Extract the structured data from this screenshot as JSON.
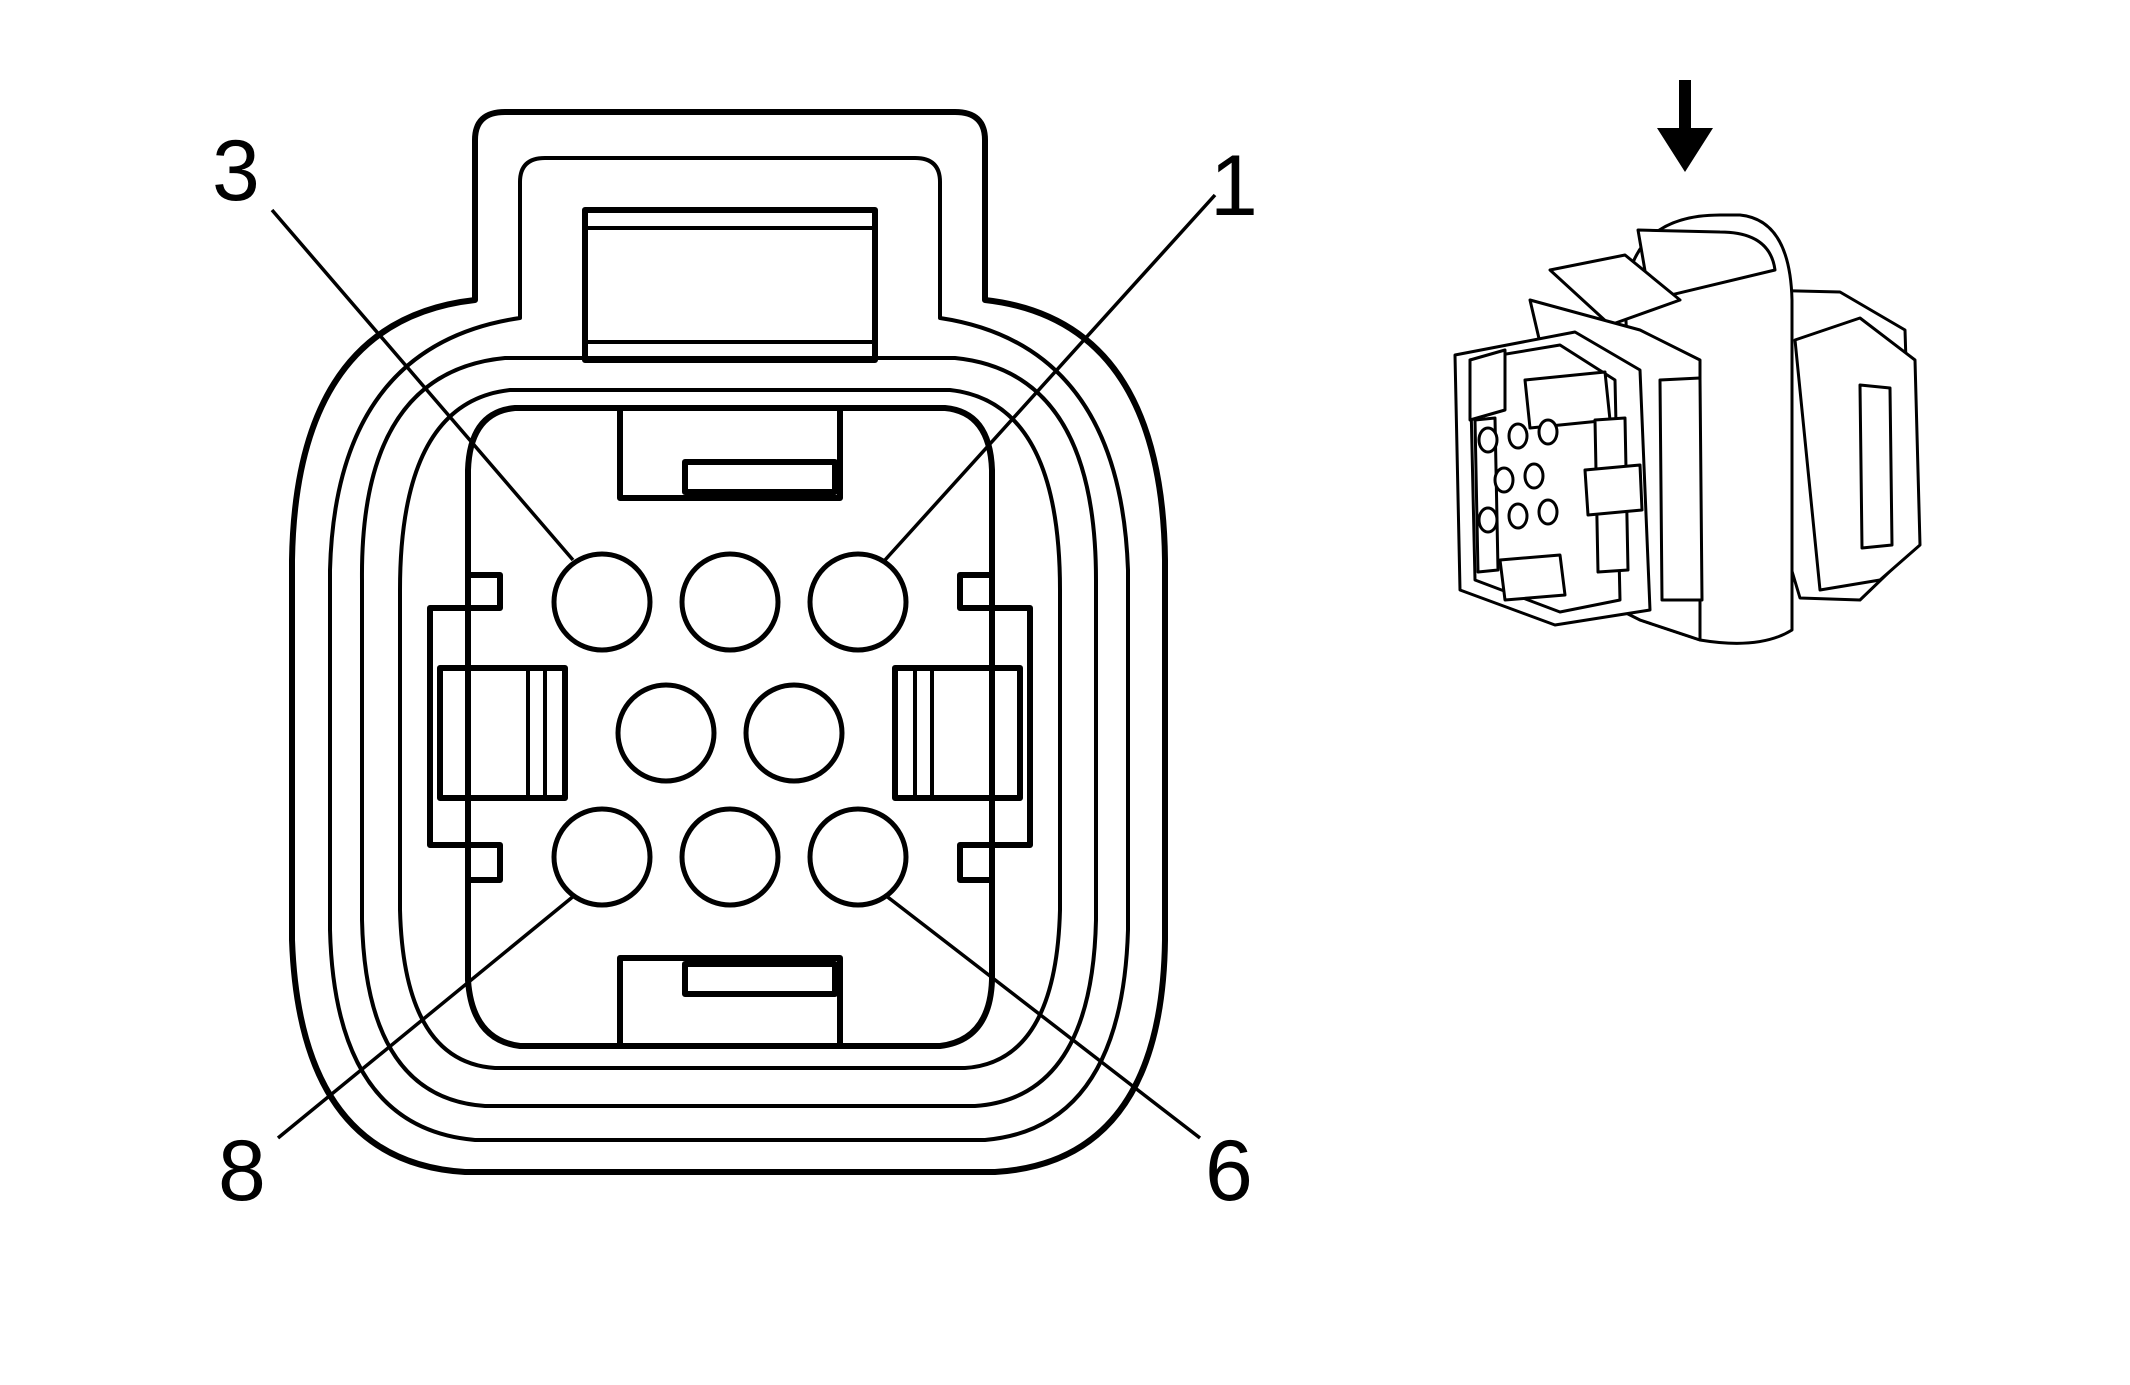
{
  "connector_face": {
    "pin_labels": [
      {
        "id": "pin-3",
        "text": "3"
      },
      {
        "id": "pin-1",
        "text": "1"
      },
      {
        "id": "pin-8",
        "text": "8"
      },
      {
        "id": "pin-6",
        "text": "6"
      }
    ],
    "cavity_count": 8
  },
  "view_indicator": {
    "icon": "down-arrow-icon"
  },
  "colors": {
    "line": "#000000",
    "background": "#ffffff"
  }
}
